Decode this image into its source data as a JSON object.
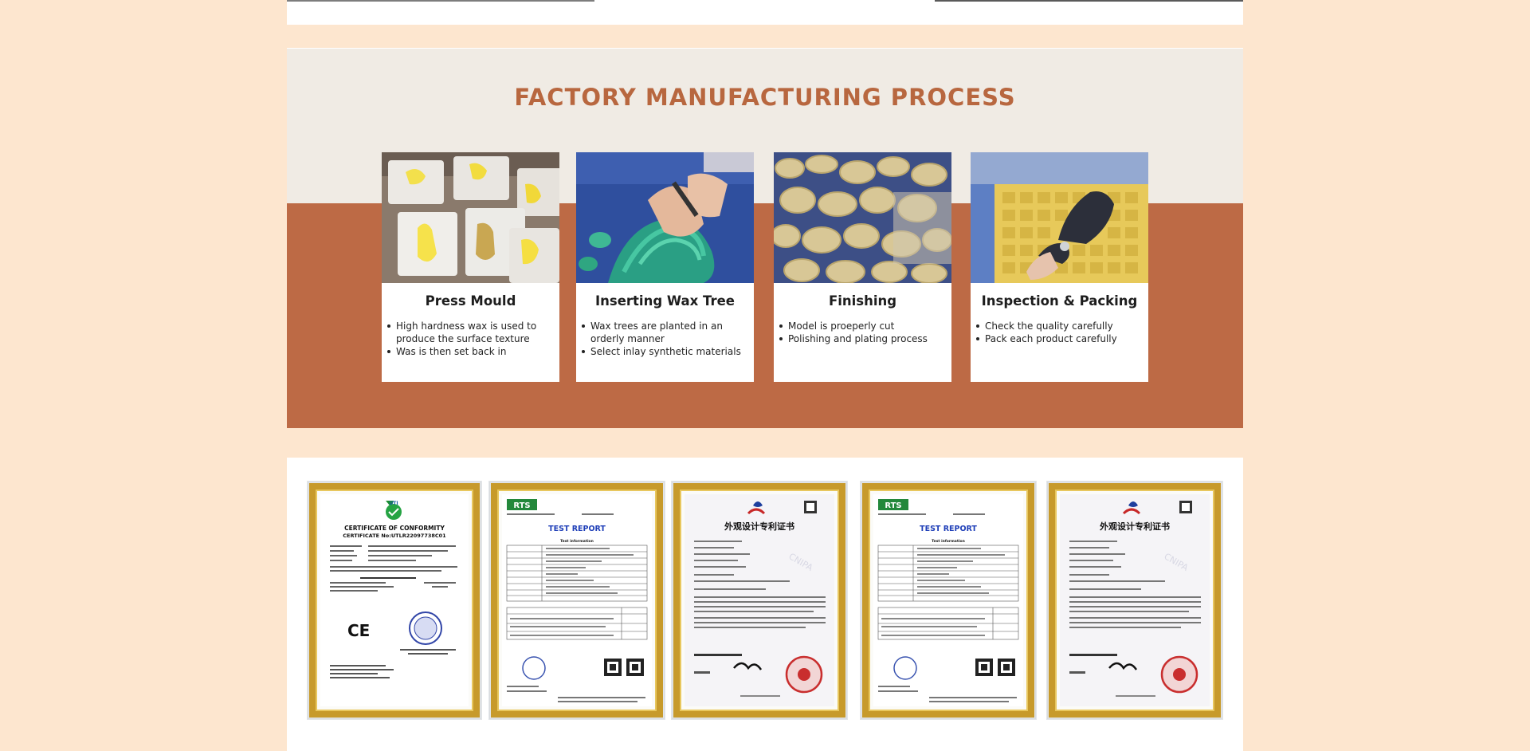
{
  "section": {
    "title": "FACTORY MANUFACTURING PROCESS"
  },
  "cards": [
    {
      "title": "Press Mould",
      "bullets": [
        "High hardness wax is used to produce the surface texture",
        "Was is then set back in"
      ]
    },
    {
      "title": "Inserting Wax Tree",
      "bullets": [
        "Wax trees are planted in an orderly manner",
        "Select inlay synthetic materials"
      ]
    },
    {
      "title": "Finishing",
      "bullets": [
        "Model is proeperly cut",
        "Polishing and plating process"
      ]
    },
    {
      "title": "Inspection & Packing",
      "bullets": [
        "Check the quality carefully",
        "Pack each product carefully"
      ]
    }
  ],
  "certificates": {
    "uti_logo": "UTI",
    "conformity_title": "CERTIFICATE OF CONFORMITY",
    "conformity_no": "CERTIFICATE No:UTLR22097738C01",
    "ce_mark": "CE",
    "rts_logo": "RTS",
    "test_report_title": "TEST REPORT",
    "test_info": "Test information",
    "patent_title": "外观设计专利证书",
    "cnipa_watermark": "CNIPA"
  },
  "colors": {
    "page_bg": "#fde6cf",
    "title": "#b8673f",
    "band": "#bd6a45",
    "section_bg": "#f0ebe4",
    "frame_gold": "#c79a2b"
  }
}
